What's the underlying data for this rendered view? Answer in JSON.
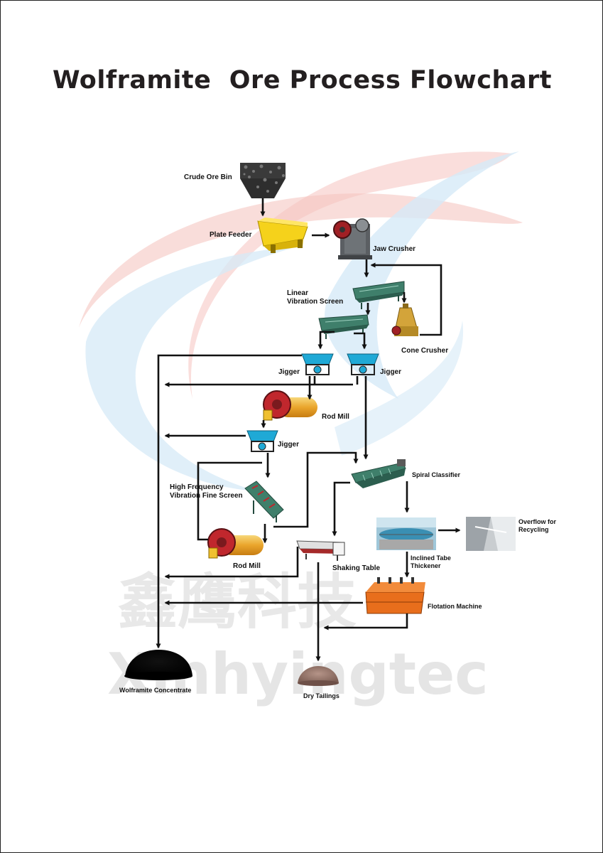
{
  "title": "Wolframite  Ore Process Flowchart",
  "watermark": {
    "chinese": "鑫鹰科技",
    "english": "Xinhyingtec"
  },
  "labels": {
    "crude_ore_bin": "Crude Ore Bin",
    "plate_feeder": "Plate Feeder",
    "jaw_crusher": "Jaw Crusher",
    "linear_vibration_screen_line1": "Linear",
    "linear_vibration_screen_line2": "Vibration Screen",
    "cone_crusher": "Cone Crusher",
    "jigger_left": "Jigger",
    "jigger_right": "Jigger",
    "rod_mill_top": "Rod Mill",
    "jigger_lower": "Jigger",
    "spiral_classifier": "Spiral Classifier",
    "hf_screen_line1": "High Frequency",
    "hf_screen_line2": "Vibration Fine Screen",
    "inclined_tube_thickener_line1": "Inclined Tabe",
    "inclined_tube_thickener_line2": "Thickener",
    "overflow_line1": "Overflow for",
    "overflow_line2": "Recycling",
    "rod_mill_bottom": "Rod Mill",
    "shaking_table": "Shaking Table",
    "flotation_machine": "Flotation Machine",
    "wolframite_concentrate": "Wolframite Concentrate",
    "dry_tailings": "Dry Tailings"
  },
  "colors": {
    "arrow": "#111111",
    "feeder_yellow": "#f5d21b",
    "screen_green": "#3f7f6b",
    "jigger_cyan": "#1fa9d6",
    "mill_yellow": "#f0b53a",
    "mill_red": "#c0272d",
    "flotation_orange": "#e86e1c",
    "bg_swirl_red": "#f6c9c6",
    "bg_swirl_blue": "#cfe6f5"
  }
}
